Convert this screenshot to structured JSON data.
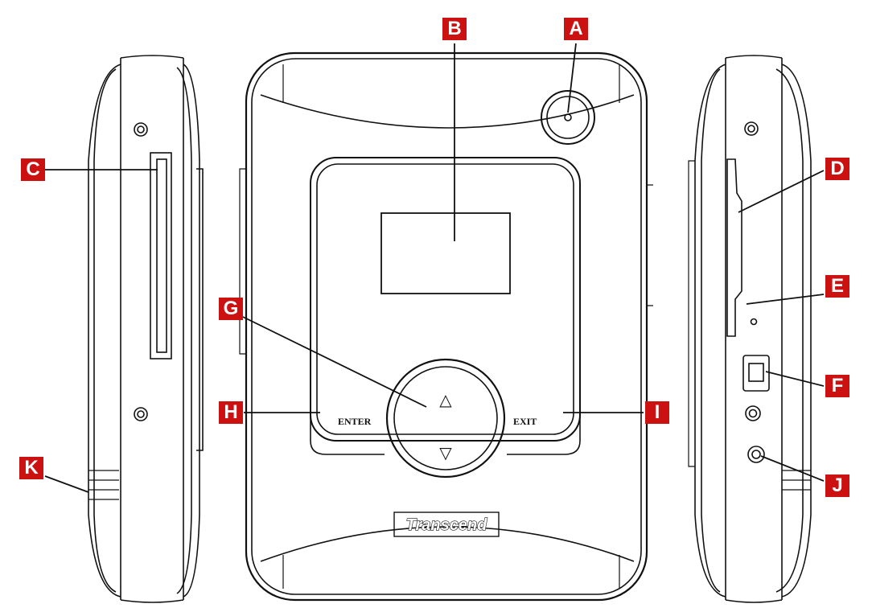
{
  "callouts": {
    "a": "A",
    "b": "B",
    "c": "C",
    "d": "D",
    "e": "E",
    "f": "F",
    "g": "G",
    "h": "H",
    "i": "I",
    "j": "J",
    "k": "K"
  },
  "device": {
    "enter_label": "ENTER",
    "exit_label": "EXIT",
    "brand": "Transcend",
    "up_arrow": "△",
    "down_arrow": "▽"
  },
  "colors": {
    "callout_bg": "#cc1111",
    "callout_fg": "#ffffff",
    "outline": "#111111"
  }
}
